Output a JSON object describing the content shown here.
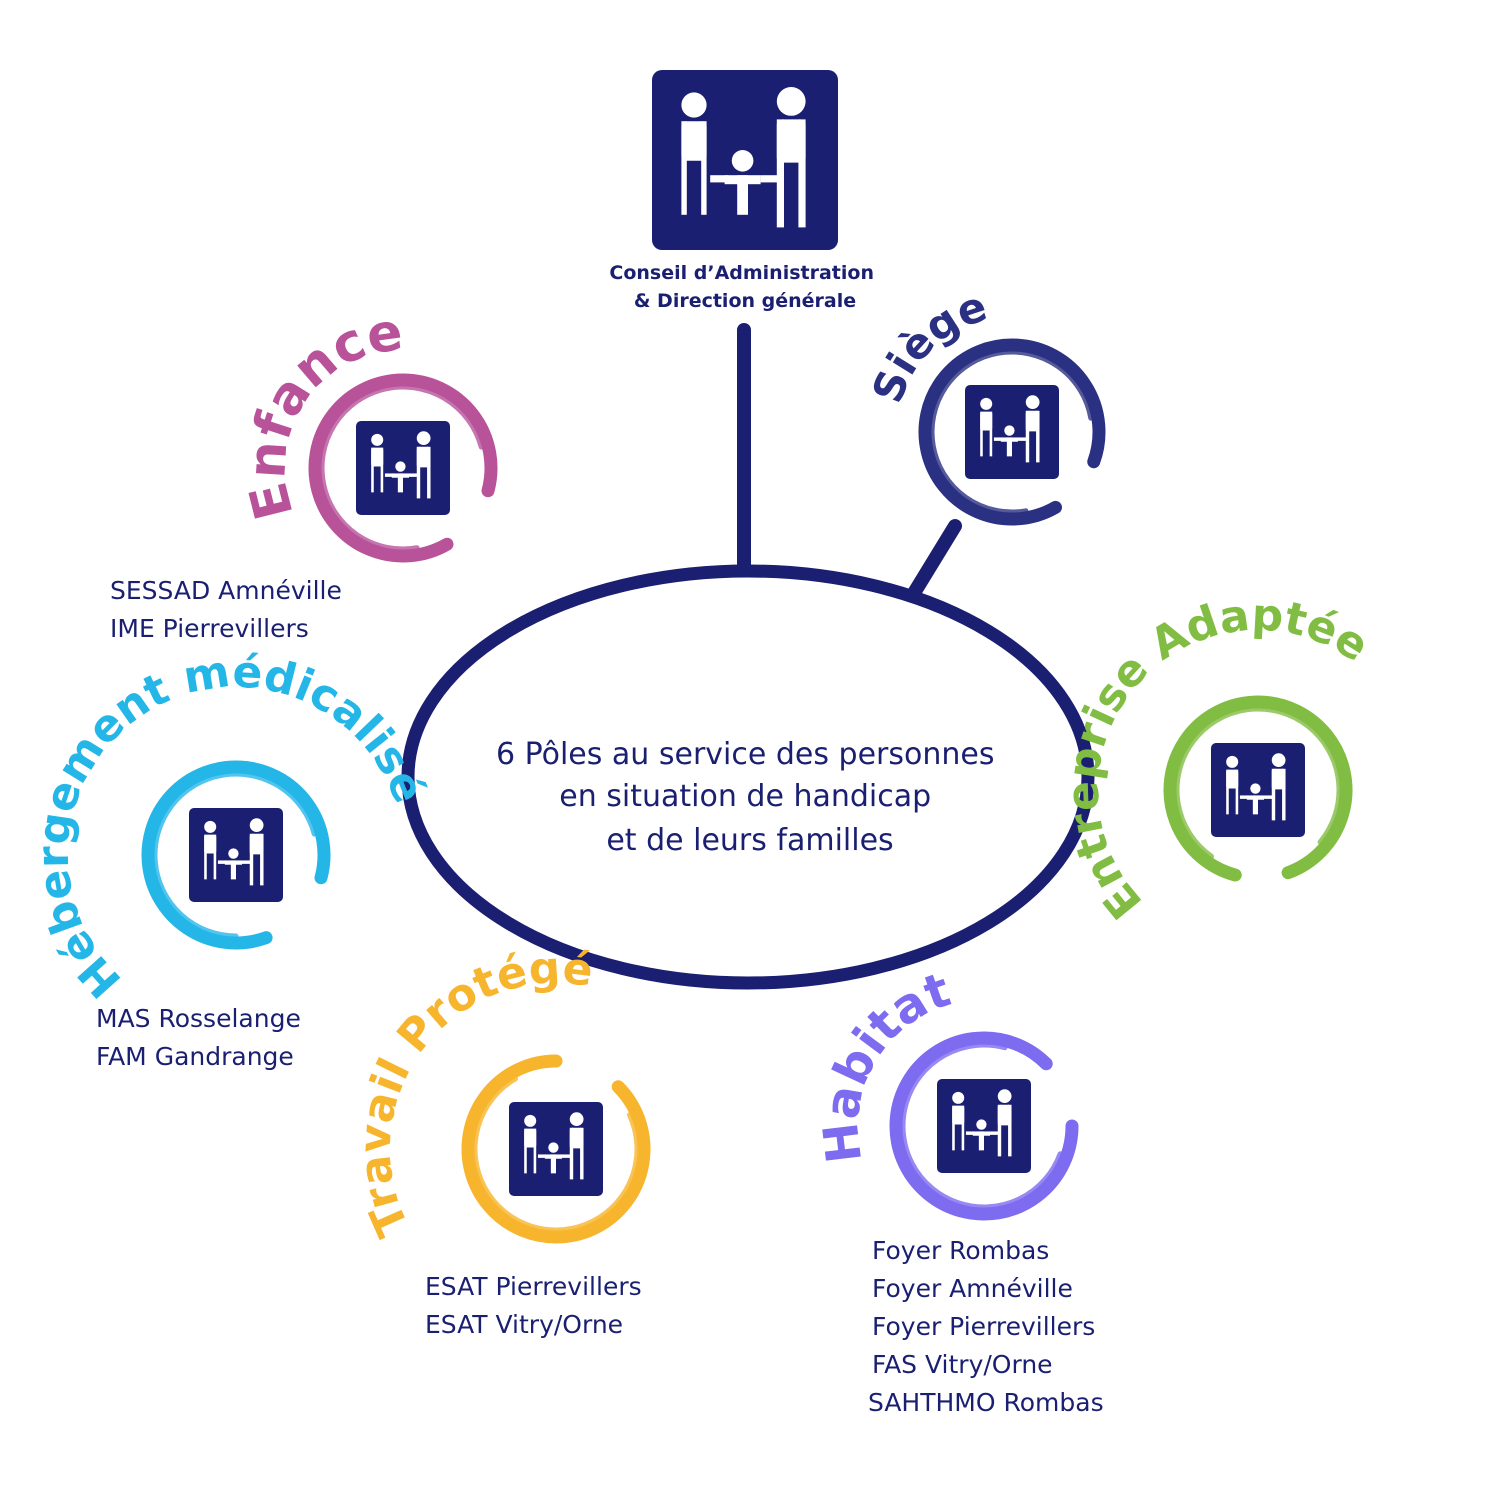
{
  "center": {
    "lines": [
      "6 Pôles au service des personnes",
      "en situation de handicap",
      "et de leurs familles"
    ]
  },
  "hq": {
    "line1": "Conseil d’Administration",
    "line2": "& Direction générale"
  },
  "colors": {
    "navy": "#1a1f71",
    "enfance": "#b8539a",
    "siege": "#2b3182",
    "entreprise": "#82bd43",
    "habitat": "#7d6bf0",
    "travail": "#f7b52d",
    "hebergement": "#25b6e8"
  },
  "icons": {
    "logo": "family-pictogram-icon"
  },
  "poles": {
    "enfance": {
      "title": "Enfance",
      "items": [
        "SESSAD Amnéville",
        "IME Pierrevillers"
      ]
    },
    "siege": {
      "title": "Siège",
      "items": []
    },
    "entreprise": {
      "title": "Entreprise Adaptée",
      "items": []
    },
    "habitat": {
      "title": "Habitat",
      "items": [
        "Foyer Rombas",
        "Foyer Amnéville",
        "Foyer Pierrevillers",
        "FAS Vitry/Orne",
        "SAHTHMO Rombas"
      ]
    },
    "travail": {
      "title": "Travail Protégé",
      "items": [
        "ESAT Pierrevillers",
        "ESAT Vitry/Orne"
      ]
    },
    "hebergement": {
      "title": "Hébergement médicalisé",
      "items": [
        "MAS Rosselange",
        "FAM Gandrange"
      ]
    }
  }
}
